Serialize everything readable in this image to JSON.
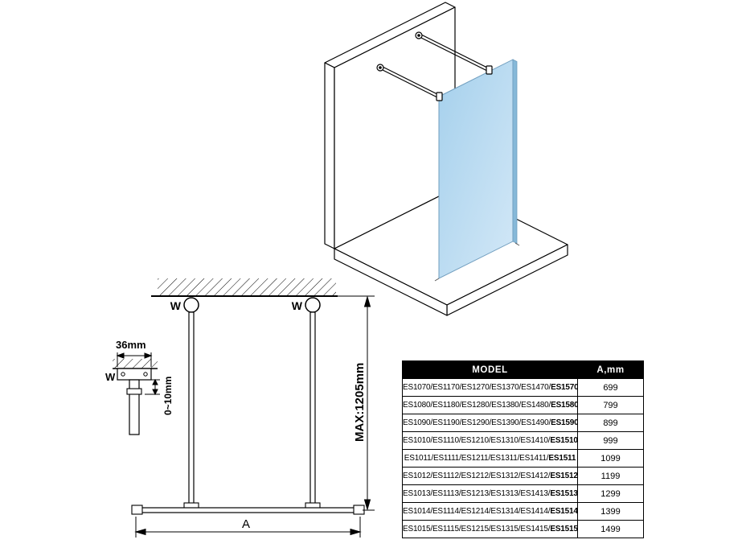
{
  "front_view": {
    "w_left_label": "W",
    "w_right_label": "W",
    "max_height_label": "MAX:1205mm",
    "width_label": "A",
    "detail": {
      "bracket_width_label": "36mm",
      "adjust_range_label": "0~10mm",
      "w_label": "W"
    }
  },
  "table": {
    "headers": {
      "model": "MODEL",
      "a": "A,mm"
    },
    "rows": [
      {
        "models": "ES1070/ES1170/ES1270/ES1370/ES1470/",
        "last": "ES1570",
        "a": "699"
      },
      {
        "models": "ES1080/ES1180/ES1280/ES1380/ES1480/",
        "last": "ES1580",
        "a": "799"
      },
      {
        "models": "ES1090/ES1190/ES1290/ES1390/ES1490/",
        "last": "ES1590",
        "a": "899"
      },
      {
        "models": "ES1010/ES1110/ES1210/ES1310/ES1410/",
        "last": "ES1510",
        "a": "999"
      },
      {
        "models": "ES1011/ES1111/ES1211/ES1311/ES1411/",
        "last": "ES1511",
        "a": "1099"
      },
      {
        "models": "ES1012/ES1112/ES1212/ES1312/ES1412/",
        "last": "ES1512",
        "a": "1199"
      },
      {
        "models": "ES1013/ES1113/ES1213/ES1313/ES1413/",
        "last": "ES1513",
        "a": "1299"
      },
      {
        "models": "ES1014/ES1114/ES1214/ES1314/ES1414/",
        "last": "ES1514",
        "a": "1399"
      },
      {
        "models": "ES1015/ES1115/ES1215/ES1315/ES1415/",
        "last": "ES1515",
        "a": "1499"
      }
    ]
  },
  "colors": {
    "glass": "#aed5ef",
    "glass_edge": "#86b8d8",
    "line": "#000000"
  }
}
